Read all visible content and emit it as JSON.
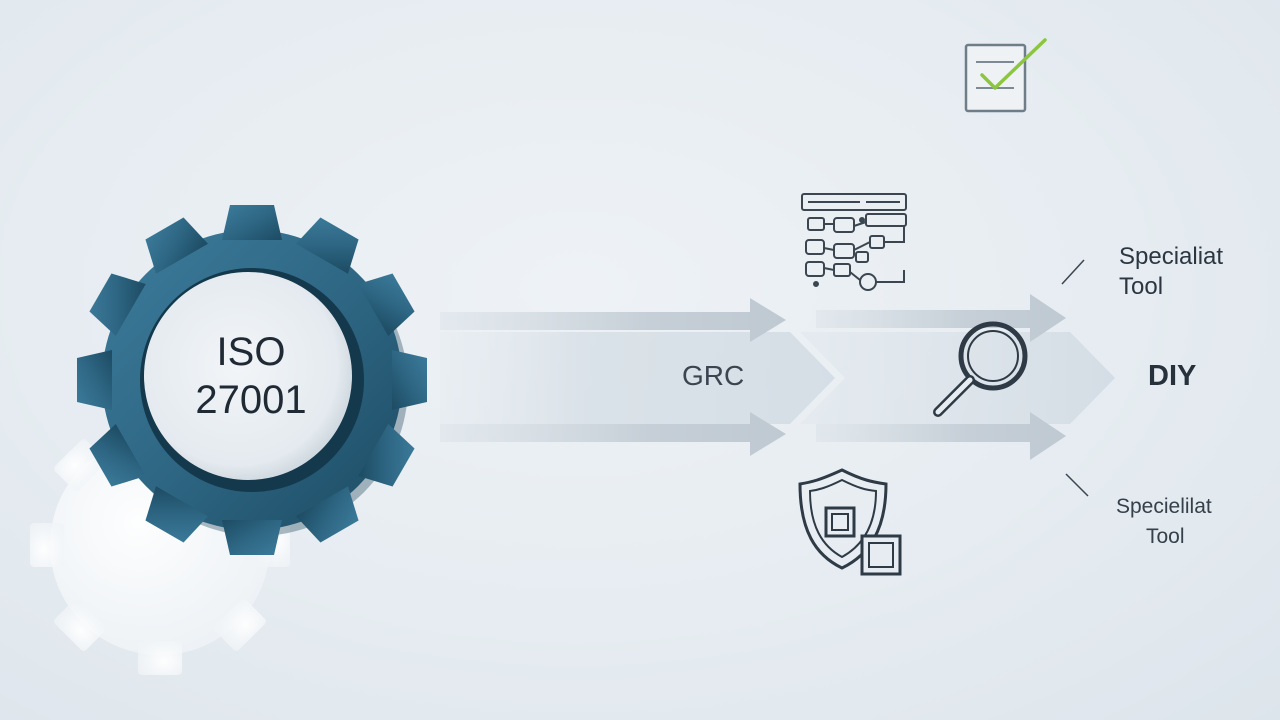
{
  "gear": {
    "line1": "ISO",
    "line2": "27001"
  },
  "flow": {
    "middle_label": "GRC",
    "end_label": "DIY"
  },
  "callouts": {
    "upper_line1": "Specialiat",
    "upper_line2": "Tool",
    "lower_line1": "Specielilat",
    "lower_line2": "Tool"
  },
  "icons": [
    "checklist-icon",
    "dashboard-icon",
    "magnifier-icon",
    "shield-icon"
  ],
  "colors": {
    "gear": "#2e6784",
    "gear_dark": "#1d4b63",
    "arrow": "#c9d2da",
    "check": "#8cc63f",
    "text": "#2a3540"
  }
}
